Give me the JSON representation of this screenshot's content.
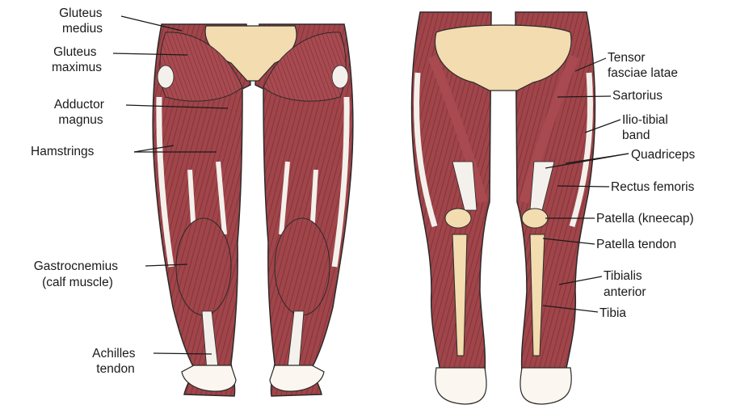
{
  "posterior_view": {
    "labels": {
      "gluteus_medius": [
        "Gluteus",
        "medius"
      ],
      "gluteus_maximus": [
        "Gluteus",
        "maximus"
      ],
      "adductor_magnus": [
        "Adductor",
        "magnus"
      ],
      "hamstrings": [
        "Hamstrings"
      ],
      "gastrocnemius": [
        "Gastrocnemius",
        "(calf muscle)"
      ],
      "achilles_tendon": [
        "Achilles",
        "tendon"
      ]
    }
  },
  "anterior_view": {
    "labels": {
      "tensor_fasciae_latae": [
        "Tensor",
        "fasciae latae"
      ],
      "sartorius": [
        "Sartorius"
      ],
      "iliotibial_band": [
        "Ilio-tibial",
        "band"
      ],
      "quadriceps": [
        "Quadriceps"
      ],
      "rectus_femoris": [
        "Rectus femoris"
      ],
      "patella": [
        "Patella (kneecap)"
      ],
      "patella_tendon": [
        "Patella tendon"
      ],
      "tibialis_anterior": [
        "Tibialis",
        "anterior"
      ],
      "tibia": [
        "Tibia"
      ]
    }
  },
  "colors": {
    "muscle": "#a0454a",
    "muscle_dark": "#7a2c34",
    "bone": "#f2dcb0",
    "tendon": "#f4f1ec",
    "skin": "#fbf6ef",
    "outline": "#2a2a2a"
  }
}
